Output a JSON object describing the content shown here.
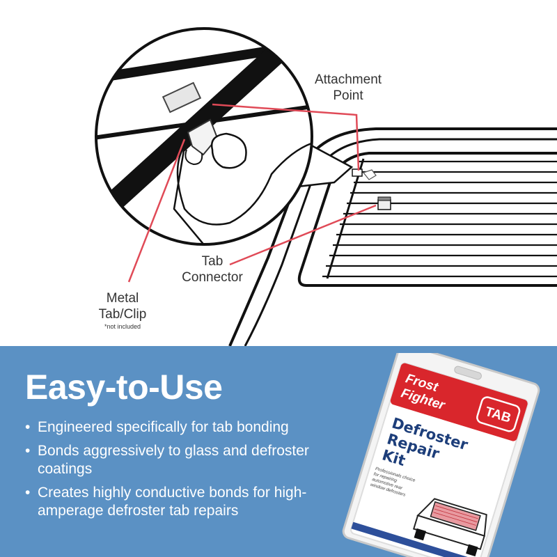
{
  "illustration": {
    "labels": {
      "attachment_point": "Attachment\nPoint",
      "tab_connector": "Tab\nConnector",
      "metal_tab": "Metal\nTab/Clip",
      "metal_note": "*not included"
    },
    "callout_color": "#e04a57"
  },
  "banner": {
    "background": "#5b91c4",
    "headline": "Easy-to-Use",
    "bullet_glyph": "•",
    "bullets": [
      "Engineered specifically for tab bonding",
      "Bonds aggressively to glass and defroster coatings",
      "Creates highly conductive bonds for high-amperage defroster tab repairs"
    ]
  },
  "product": {
    "brand_line1": "Frost",
    "brand_line2": "Fighter",
    "badge": "TAB",
    "title_line1": "Defroster",
    "title_line2": "Repair",
    "title_line3": "Kit",
    "small_text": "Professionals choice for repairing automotive rear window defrosters",
    "colors": {
      "red": "#d9262c",
      "white": "#ffffff",
      "package_border": "#c9c9c9"
    }
  }
}
